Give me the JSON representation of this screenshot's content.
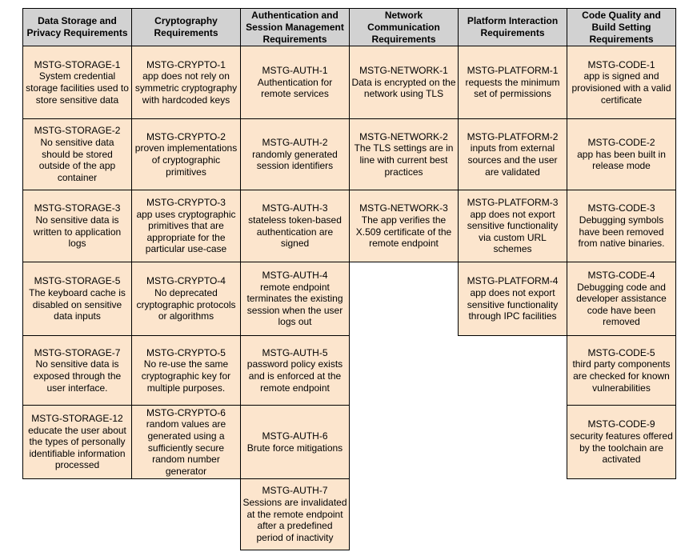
{
  "colors": {
    "header_bg": "#d2d2d2",
    "cell_bg": "#fce5cd",
    "border": "#000000"
  },
  "table": {
    "columns": [
      {
        "header": "Data Storage and\nPrivacy Requirements",
        "cells": [
          {
            "id": "MSTG-STORAGE-1",
            "desc": "System credential\nstorage facilities used to\nstore sensitive data"
          },
          {
            "id": "MSTG-STORAGE-2",
            "desc": "No sensitive data\nshould be stored\noutside of the app\ncontainer"
          },
          {
            "id": "MSTG-STORAGE-3",
            "desc": "No sensitive data is\nwritten to application\nlogs"
          },
          {
            "id": "MSTG-STORAGE-5",
            "desc": "The keyboard cache is\ndisabled on sensitive\ndata inputs"
          },
          {
            "id": "MSTG-STORAGE-7",
            "desc": "No sensitive data is\nexposed through the\nuser interface."
          },
          {
            "id": "MSTG-STORAGE-12",
            "desc": "educate the user about\nthe types of personally\nidentifiable information\nprocessed"
          }
        ]
      },
      {
        "header": "Cryptography\nRequirements",
        "cells": [
          {
            "id": "MSTG-CRYPTO-1",
            "desc": "app does not rely on\nsymmetric cryptography\nwith hardcoded keys"
          },
          {
            "id": "MSTG-CRYPTO-2",
            "desc": "proven implementations\nof cryptographic\nprimitives"
          },
          {
            "id": "MSTG-CRYPTO-3",
            "desc": "app uses cryptographic\nprimitives that are\nappropriate for the\nparticular use-case"
          },
          {
            "id": "MSTG-CRYPTO-4",
            "desc": "No deprecated\ncryptographic protocols\nor algorithms"
          },
          {
            "id": "MSTG-CRYPTO-5",
            "desc": "No re-use the same\ncryptographic key for\nmultiple purposes."
          },
          {
            "id": "MSTG-CRYPTO-6",
            "desc": "random values are\ngenerated using a\nsufficiently secure\nrandom number\ngenerator"
          }
        ]
      },
      {
        "header": "Authentication and\nSession Management\nRequirements",
        "cells": [
          {
            "id": "MSTG-AUTH-1",
            "desc": "Authentication for\nremote services"
          },
          {
            "id": "MSTG-AUTH-2",
            "desc": "randomly generated\nsession identifiers"
          },
          {
            "id": "MSTG-AUTH-3",
            "desc": "stateless token-based\nauthentication are\nsigned"
          },
          {
            "id": "MSTG-AUTH-4",
            "desc": "remote endpoint\nterminates the existing\nsession when the user\nlogs out"
          },
          {
            "id": "MSTG-AUTH-5",
            "desc": "password policy exists\nand is enforced at the\nremote endpoint"
          },
          {
            "id": "MSTG-AUTH-6",
            "desc": "Brute force mitigations"
          },
          {
            "id": "MSTG-AUTH-7",
            "desc": "Sessions are invalidated\nat the remote endpoint\nafter a predefined\nperiod of inactivity"
          }
        ]
      },
      {
        "header": "Network\nCommunication\nRequirements",
        "cells": [
          {
            "id": "MSTG-NETWORK-1",
            "desc": "Data is encrypted on the\nnetwork using TLS"
          },
          {
            "id": "MSTG-NETWORK-2",
            "desc": "The TLS settings are in\nline with current best\npractices"
          },
          {
            "id": "MSTG-NETWORK-3",
            "desc": "The app verifies the\nX.509 certificate of the\nremote endpoint"
          }
        ]
      },
      {
        "header": "Platform Interaction\nRequirements",
        "cells": [
          {
            "id": "MSTG-PLATFORM-1",
            "desc": "requests the minimum\nset of permissions"
          },
          {
            "id": "MSTG-PLATFORM-2",
            "desc": "inputs from external\nsources and the user\nare validated"
          },
          {
            "id": "MSTG-PLATFORM-3",
            "desc": "app does not export\nsensitive functionality\nvia custom URL\nschemes"
          },
          {
            "id": "MSTG-PLATFORM-4",
            "desc": "app does not export\nsensitive functionality\nthrough IPC facilities"
          }
        ]
      },
      {
        "header": "Code Quality and\nBuild Setting\nRequirements",
        "cells": [
          {
            "id": "MSTG-CODE-1",
            "desc": "app is signed and\nprovisioned with a valid\ncertificate"
          },
          {
            "id": "MSTG-CODE-2",
            "desc": "app has been built in\nrelease mode"
          },
          {
            "id": "MSTG-CODE-3",
            "desc": "Debugging symbols\nhave been removed\nfrom native binaries."
          },
          {
            "id": "MSTG-CODE-4",
            "desc": "Debugging code and\ndeveloper assistance\ncode have been\nremoved"
          },
          {
            "id": "MSTG-CODE-5",
            "desc": "third party components\nare checked for known\nvulnerabilities"
          },
          {
            "id": "MSTG-CODE-9",
            "desc": "security features offered\nby the toolchain are\nactivated"
          }
        ]
      }
    ]
  }
}
